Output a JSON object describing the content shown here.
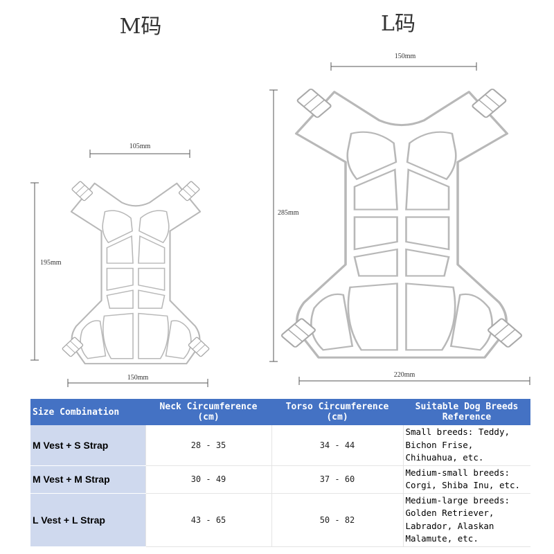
{
  "sizes": {
    "m": {
      "label": "M码",
      "top_width": "105mm",
      "height": "195mm",
      "bottom_width": "150mm"
    },
    "l": {
      "label": "L码",
      "top_width": "150mm",
      "height": "285mm",
      "bottom_width": "220mm"
    }
  },
  "table": {
    "headers": [
      "Size Combination",
      "Neck Circumference (cm)",
      "Torso Circumference (cm)",
      "Suitable Dog Breeds Reference"
    ],
    "rows": [
      {
        "combination": "M Vest + S Strap",
        "neck": "28 - 35",
        "torso": "34 - 44",
        "breeds": "Small breeds: Teddy, Bichon Frise, Chihuahua, etc."
      },
      {
        "combination": "M Vest + M Strap",
        "neck": "30 - 49",
        "torso": "37 - 60",
        "breeds": "Medium-small breeds: Corgi, Shiba Inu, etc."
      },
      {
        "combination": "L Vest + L Strap",
        "neck": "43 - 65",
        "torso": "50 - 82",
        "breeds": "Medium-large breeds: Golden Retriever, Labrador, Alaskan Malamute, etc."
      }
    ]
  }
}
